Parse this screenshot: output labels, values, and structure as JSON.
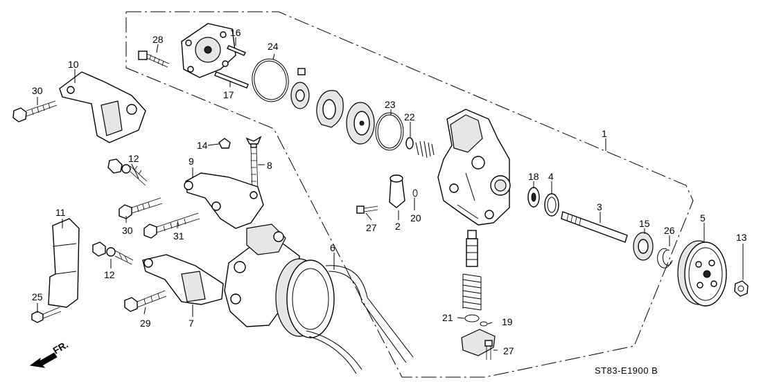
{
  "diagram": {
    "code": "ST83-E1900 B",
    "direction_label": "FR.",
    "callouts": [
      "1",
      "2",
      "3",
      "4",
      "5",
      "6",
      "7",
      "8",
      "9",
      "10",
      "11",
      "12",
      "12",
      "13",
      "14",
      "15",
      "16",
      "17",
      "18",
      "19",
      "20",
      "21",
      "22",
      "23",
      "24",
      "25",
      "26",
      "27",
      "27",
      "28",
      "29",
      "30",
      "30",
      "31"
    ]
  }
}
